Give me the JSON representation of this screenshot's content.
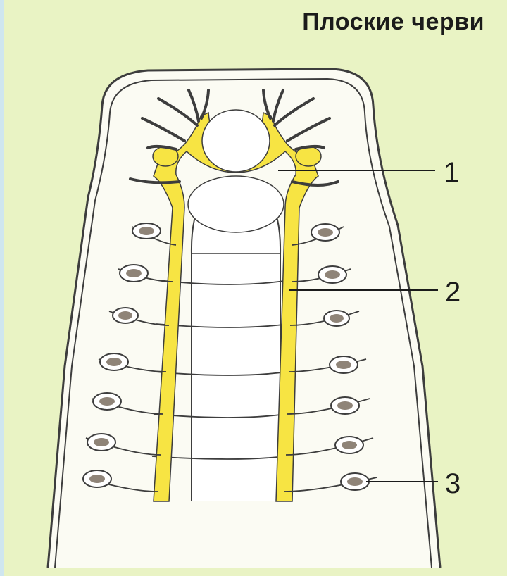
{
  "title": "Плоские черви",
  "labels": {
    "nerve_ganglia": "1",
    "nerve_cords": "2",
    "sense_organs": "3"
  },
  "colors": {
    "background": "#e9f3c4",
    "nerve": "#f7e443",
    "outline": "#3d3d3d",
    "body_fill": "#fbfbf3"
  }
}
